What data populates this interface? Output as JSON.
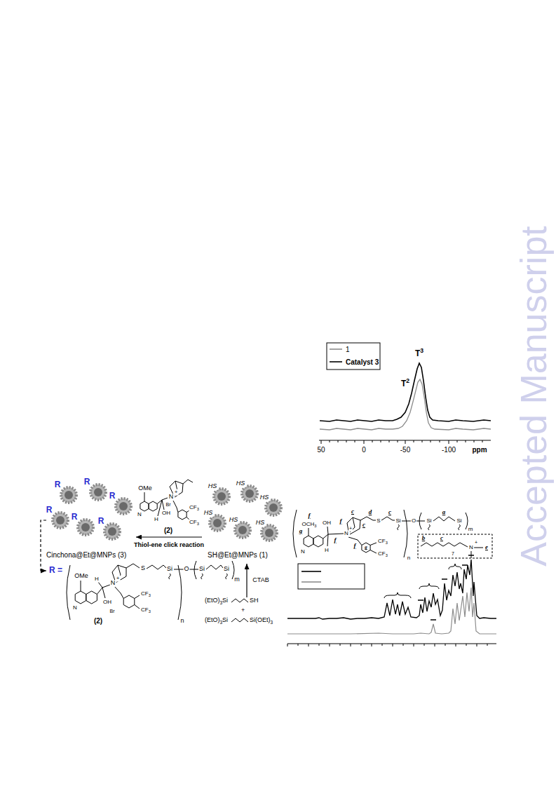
{
  "diagram": {
    "nodes": [
      {
        "text": [
          "Cinchona@Et@MNPs (3)"
        ]
      },
      {
        "text": [
          "SH@Et@MNPs (1)"
        ]
      },
      {
        "text": [
          "(EtO)3Si",
          "SH",
          "+",
          "(EtO)3Si",
          "Si(OEt)3"
        ]
      },
      {
        "text": [
          "R ="
        ]
      }
    ],
    "edges": [
      {
        "from": 2,
        "to": 1,
        "arrow": "to",
        "label": "CTAB"
      },
      {
        "from": 1,
        "to": 0,
        "arrow": "to",
        "label": "Thiol-ene click reaction"
      },
      {
        "from": 0,
        "to": 3,
        "arrow": "to"
      }
    ],
    "labels": [
      "T3",
      "T2",
      "50",
      "0",
      "-50",
      "-100",
      "ppm",
      "OMe",
      "N",
      "H",
      "OH",
      "Br",
      "N",
      "+",
      "CF3",
      "CF3",
      "(2)",
      "R",
      "R",
      "R",
      "R",
      "R",
      "R",
      "HS",
      "HS",
      "HS",
      "HS",
      "HS",
      "HS",
      "OMe",
      "N",
      "H",
      "OH",
      "Br",
      "N",
      "+",
      "CF3",
      "CF3",
      "(2)",
      "S",
      "Si",
      "n",
      "O",
      "Si",
      "Si",
      "m",
      "f",
      "OCH3",
      "g",
      "N",
      "OH",
      "f",
      "H",
      "f",
      "c",
      "N",
      "+",
      "c",
      "f",
      "g",
      "d",
      "S",
      "c",
      "Si",
      "CF3",
      "CF3",
      "n",
      "O",
      "Si",
      "a",
      "Si",
      "m",
      "b",
      "c",
      "7",
      "N",
      "+",
      "e",
      "Accepted Manuscript"
    ],
    "legend": [
      {
        "text": "1"
      },
      {
        "text": "Catalyst 3"
      }
    ]
  }
}
